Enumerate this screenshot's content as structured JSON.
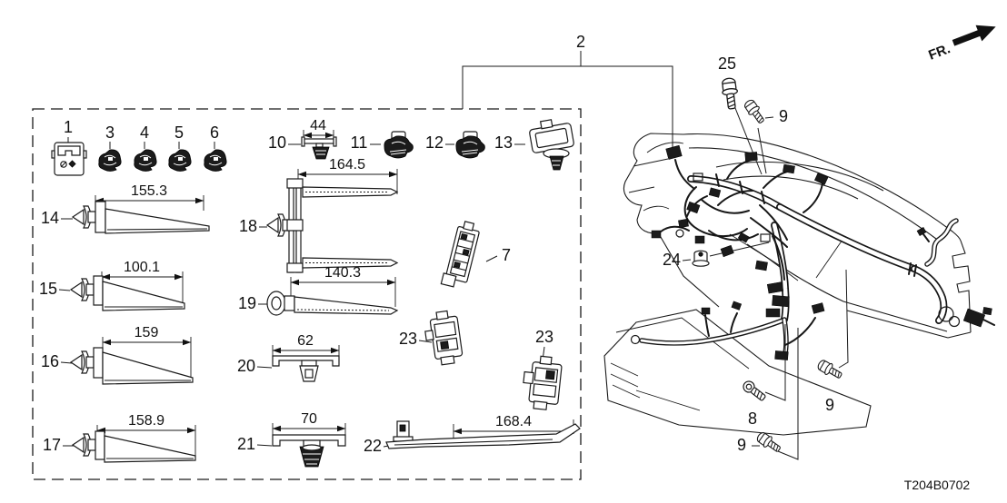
{
  "figure": {
    "drawing_code": "T204B0702",
    "direction_label": "FR."
  },
  "callouts": {
    "1": "1",
    "2": "2",
    "3": "3",
    "4": "4",
    "5": "5",
    "6": "6",
    "7": "7",
    "8": "8",
    "9": "9",
    "10": "10",
    "11": "11",
    "12": "12",
    "13": "13",
    "14": "14",
    "15": "15",
    "16": "16",
    "17": "17",
    "18": "18",
    "19": "19",
    "20": "20",
    "21": "21",
    "22": "22",
    "23": "23",
    "24": "24",
    "25": "25"
  },
  "dimensions": {
    "part10": "44",
    "part14": "155.3",
    "part15": "100.1",
    "part16": "159",
    "part17": "158.9",
    "part18": "164.5",
    "part19": "140.3",
    "part20": "62",
    "part21": "70",
    "part22": "168.4"
  }
}
